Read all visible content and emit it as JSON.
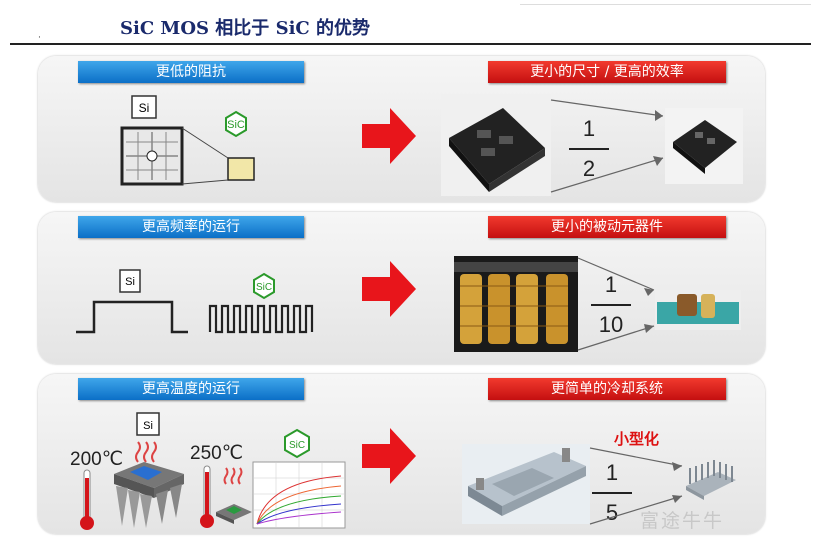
{
  "title": "SiC MOS 相比于 SiC 的优势",
  "rows": [
    {
      "left_label": "更低的阻抗",
      "right_label": "更小的尺寸 / 更高的效率",
      "ratio_num": "1",
      "ratio_den": "2"
    },
    {
      "left_label": "更高频率的运行",
      "right_label": "更小的被动元器件",
      "ratio_num": "1",
      "ratio_den": "10"
    },
    {
      "left_label": "更高温度的运行",
      "right_label": "更简单的冷却系统",
      "ratio_num": "1",
      "ratio_den": "5"
    }
  ],
  "chip_labels": {
    "si": "Si",
    "sic": "SiC"
  },
  "temps": {
    "si": "200℃",
    "sic": "250℃"
  },
  "miniaturize": "小型化",
  "watermark": "富途牛牛",
  "colors": {
    "blue": "#0b6fc7",
    "red": "#d8171b",
    "title": "#1a2a6c"
  }
}
